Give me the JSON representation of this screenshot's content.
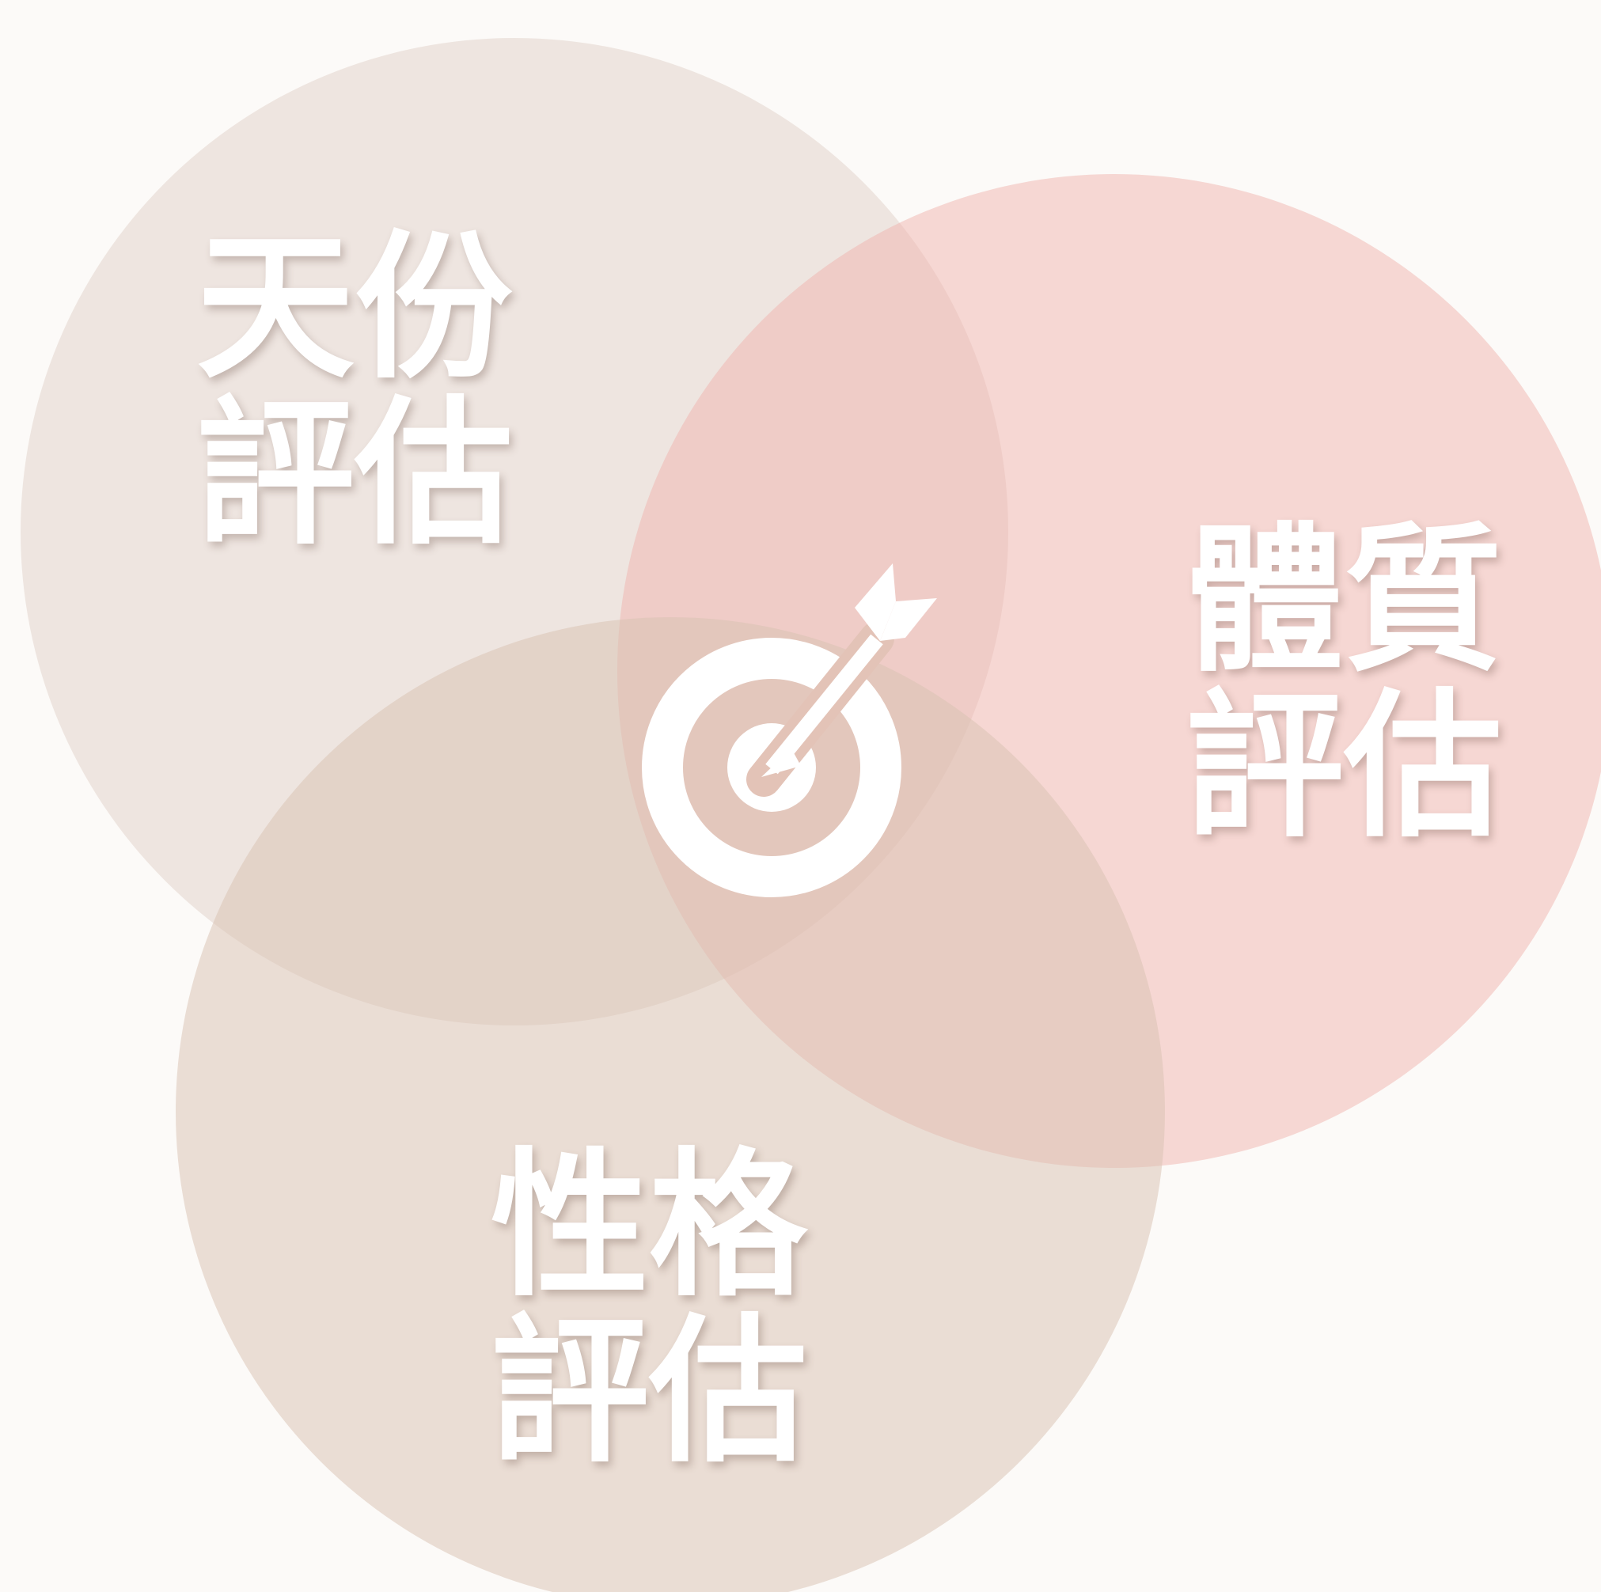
{
  "circles": [
    {
      "id": "talent",
      "lines": [
        "天份",
        "評估"
      ],
      "color": "#ede3dd"
    },
    {
      "id": "physique",
      "lines": [
        "體質",
        "評估"
      ],
      "color": "#efb4ae"
    },
    {
      "id": "personality",
      "lines": [
        "性格",
        "評估"
      ],
      "color": "#d8c2b2"
    }
  ],
  "center_icon": "target-with-arrow-icon",
  "colors": {
    "background": "#fcfaf8",
    "label_text": "#ffffff",
    "icon": "#ffffff"
  }
}
